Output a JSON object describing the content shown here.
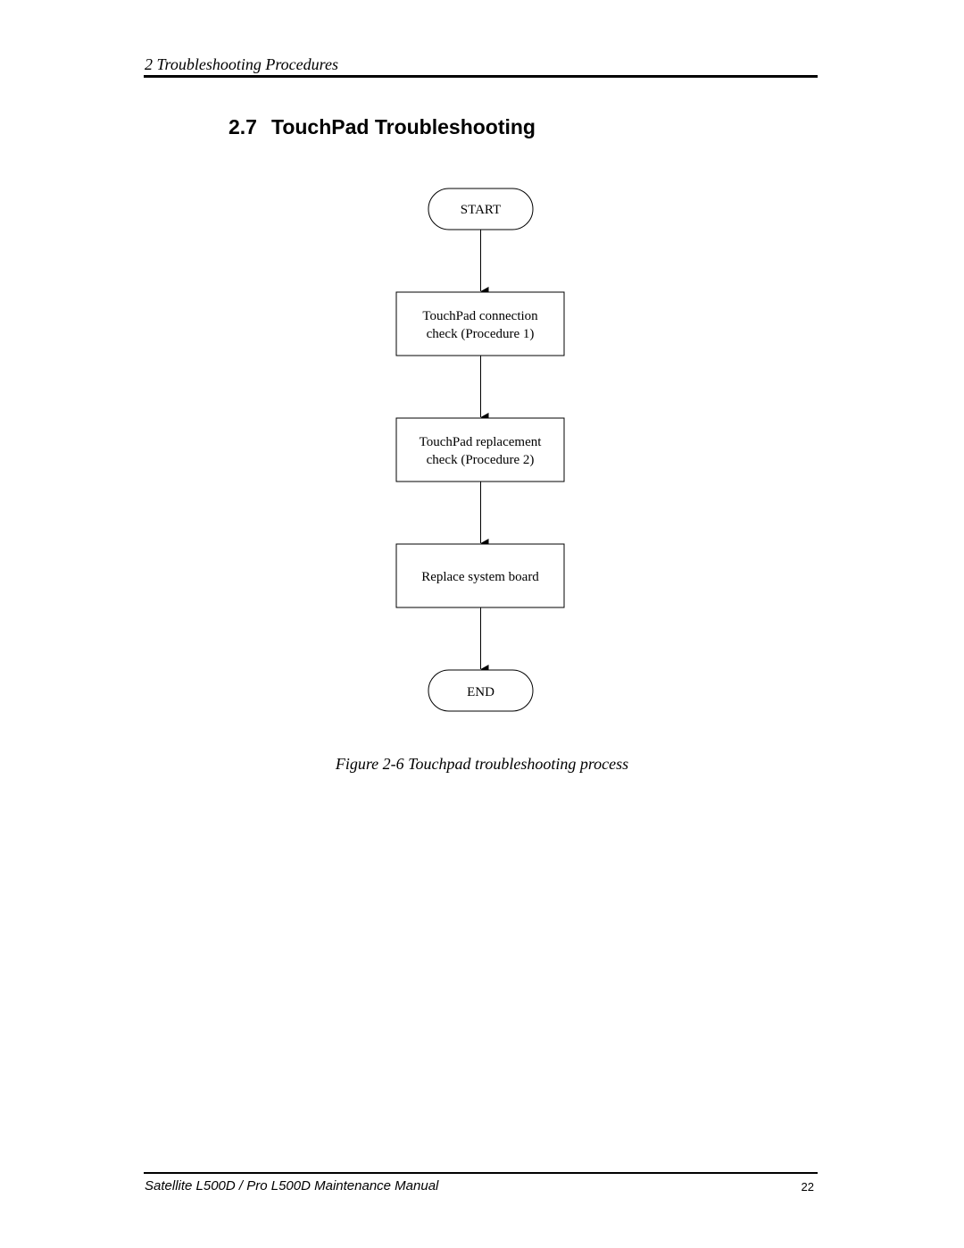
{
  "header": {
    "chapter_title": "2 Troubleshooting Procedures"
  },
  "section": {
    "number": "2.7",
    "title": "TouchPad Troubleshooting"
  },
  "flowchart": {
    "start_label": "START",
    "steps": [
      {
        "line1": "TouchPad connection",
        "line2": "check (Procedure 1)"
      },
      {
        "line1": "TouchPad replacement",
        "line2": "check (Procedure 2)"
      },
      {
        "line1": "Replace system board",
        "line2": ""
      }
    ],
    "end_label": "END"
  },
  "figure": {
    "caption": "Figure 2-6 Touchpad troubleshooting process"
  },
  "footer": {
    "manual_title": "Satellite L500D /  Pro L500D Maintenance Manual",
    "page_number": "22"
  }
}
